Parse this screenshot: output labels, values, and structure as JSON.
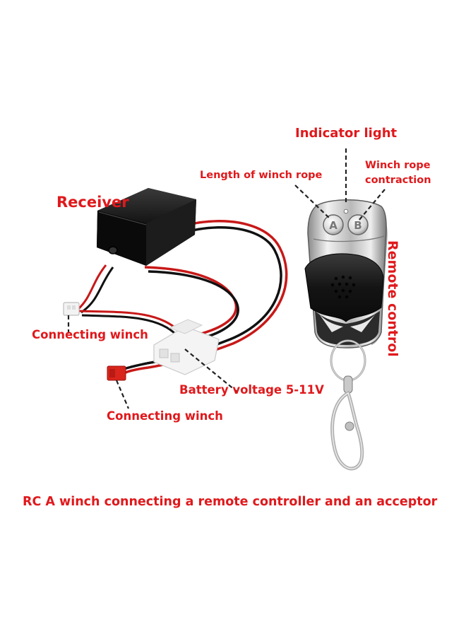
{
  "colors": {
    "label_red": "#e0191c",
    "label_dark": "#222222",
    "wire_red": "#c81818",
    "wire_black": "#111111"
  },
  "labels": {
    "receiver": "Receiver",
    "indicator_light": "Indicator light",
    "length_of_winch_rope": "Length of winch rope",
    "winch_rope_contraction_line1": "Winch rope",
    "winch_rope_contraction_line2": "contraction",
    "remote_control": "Remote control",
    "connecting_winch_1": "Connecting winch",
    "battery_voltage": "Battery voltage 5-11V",
    "connecting_winch_2": "Connecting winch"
  },
  "caption": "RC A winch connecting a remote controller and an acceptor",
  "remote": {
    "button_a": "A",
    "button_b": "B"
  }
}
